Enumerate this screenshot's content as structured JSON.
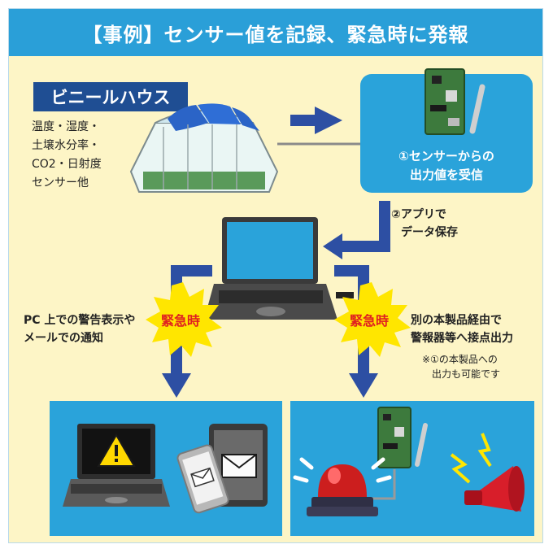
{
  "title": "【事例】センサー値を記録、緊急時に発報",
  "greenhouse": {
    "label": "ビニールハウス",
    "measurements": [
      "温度・湿度・",
      "土壌水分率・",
      "CO2・日射度",
      "センサー他"
    ]
  },
  "steps": {
    "step1": [
      "①センサーからの",
      "出力値を受信"
    ],
    "step2": [
      "②アプリで",
      "データ保存"
    ]
  },
  "emergency": {
    "burst_label": "緊急時",
    "left_action": [
      "PC 上での警告表示や",
      "メールでの通知"
    ],
    "right_action": [
      "別の本製品経由で",
      "警報器等へ接点出力"
    ],
    "note": [
      "※①の本製品への",
      "出力も可能です"
    ]
  },
  "colors": {
    "title_bg": "#2a9fd8",
    "background": "#fdf5c6",
    "arrow": "#2d4fa3",
    "burst": "#ffe600",
    "alert_text": "#e02020",
    "panel": "#2aa3da"
  },
  "icons": [
    "greenhouse-icon",
    "sensor-board-icon",
    "laptop-icon",
    "warning-icon",
    "smartphone-icon",
    "tablet-mail-icon",
    "beacon-light-icon",
    "siren-horn-icon"
  ]
}
